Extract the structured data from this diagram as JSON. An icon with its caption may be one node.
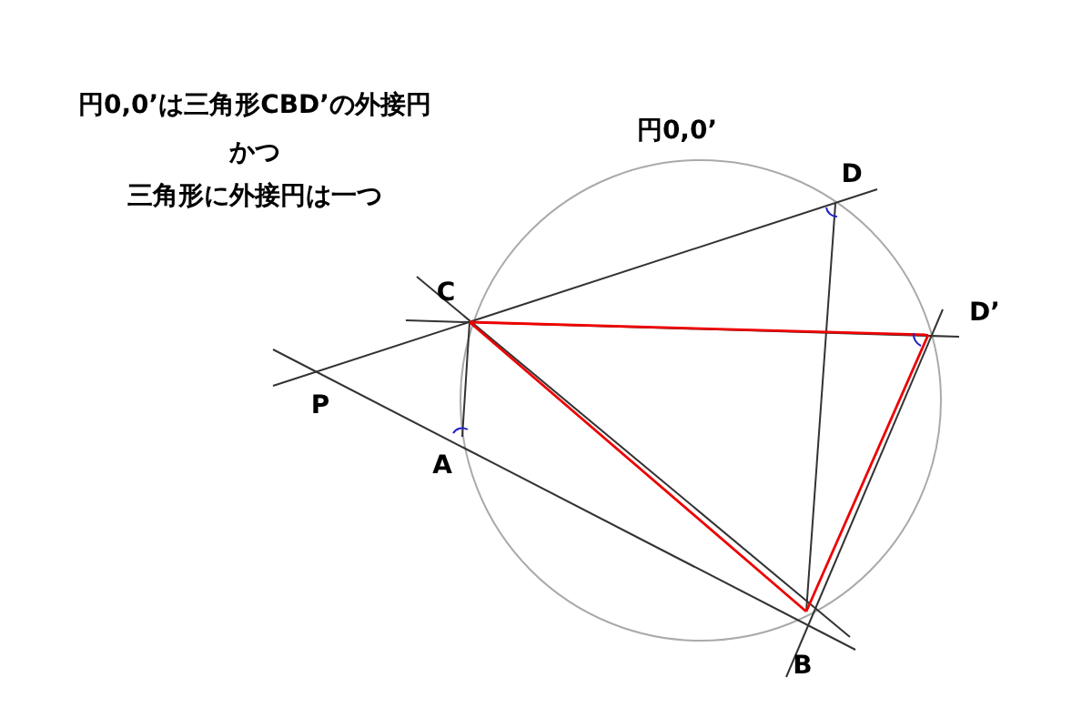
{
  "diagram": {
    "labels": [
      "円0,0’は三角形CBD’の外接円",
      "かつ",
      "三角形に外接円は一つ",
      "円0,0’",
      "D",
      "C",
      "D’",
      "P",
      "A",
      "B"
    ]
  }
}
